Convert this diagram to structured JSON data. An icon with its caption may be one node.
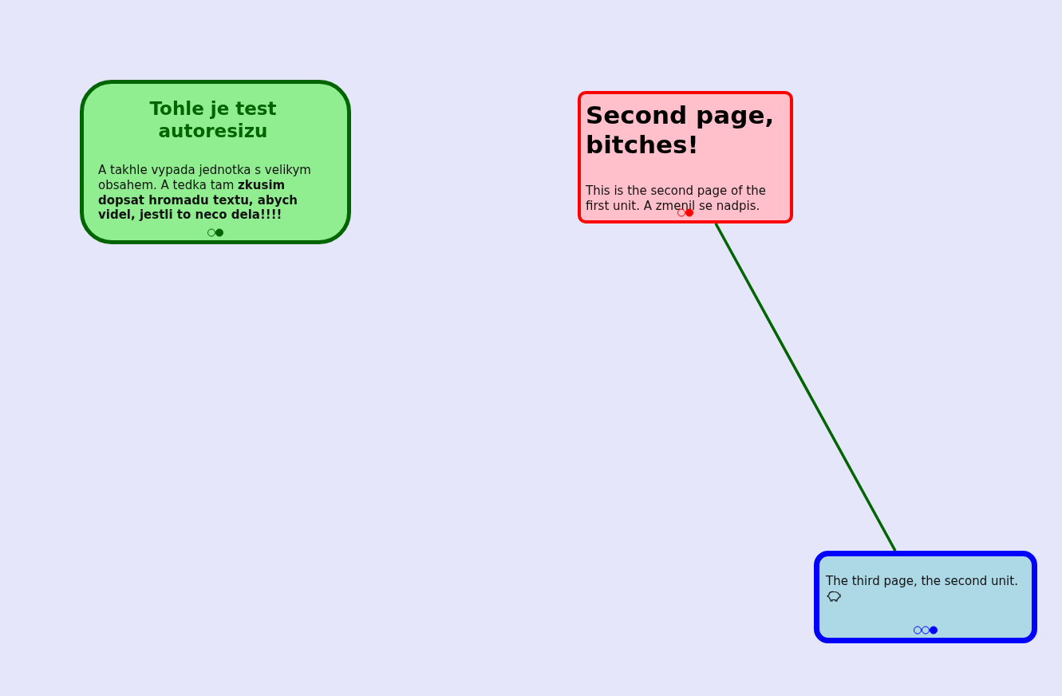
{
  "diagram": {
    "nodes": [
      {
        "text": [
          "Tohle je test autoresizu",
          "A takhle vypada jednotka s velikym obsahem. A tedka tam **zkusim dopsat hromadu textu, abych videl, jestli to neco dela!!!!**"
        ]
      },
      {
        "text": [
          "Second page, bitches!",
          "This is the second page of the first unit. A zmenil se nadpis."
        ]
      },
      {
        "text": [
          "The third page, the second unit."
        ]
      }
    ],
    "edges": [
      {
        "from": 1,
        "to": 2,
        "arrow": "none",
        "color": "#006400"
      }
    ]
  }
}
